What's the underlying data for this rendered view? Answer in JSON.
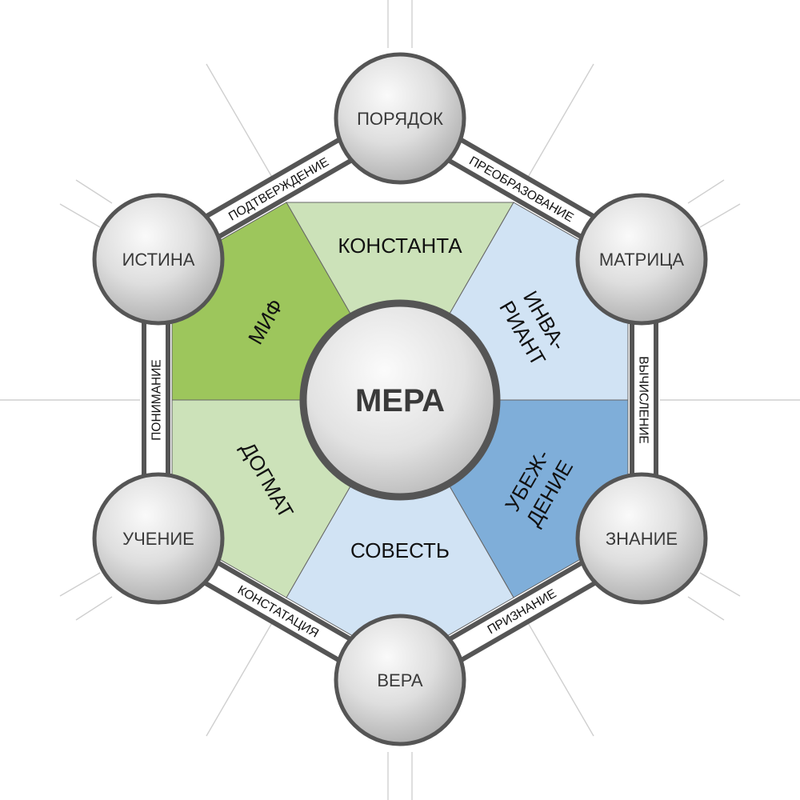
{
  "center": {
    "label": "МЕРА"
  },
  "nodes": {
    "top": "ПОРЯДОК",
    "upper_right": "МАТРИЦА",
    "lower_right": "ЗНАНИЕ",
    "bottom": "ВЕРА",
    "lower_left": "УЧЕНИЕ",
    "upper_left": "ИСТИНА"
  },
  "edges": {
    "top_right": "ПРЕОБРАЗОВАНИЕ",
    "right": "ВЫЧИСЛЕНИЕ",
    "bottom_right": "ПРИЗНАНИЕ",
    "bottom_left": "КОНСТАТАЦИЯ",
    "left": "ПОНИМАНИЕ",
    "top_left": "ПОДТВЕРЖДЕНИЕ"
  },
  "sectors": {
    "top": {
      "lines": [
        "КОНСТАНТА"
      ],
      "color": "#cce2b9"
    },
    "upper_right": {
      "lines": [
        "ИНВА-",
        "РИАНТ"
      ],
      "color": "#d1e3f4"
    },
    "lower_right": {
      "lines": [
        "УБЕЖ-",
        "ДЕНИЕ"
      ],
      "color": "#7faed9"
    },
    "bottom": {
      "lines": [
        "СОВЕСТЬ"
      ],
      "color": "#d1e3f4"
    },
    "lower_left": {
      "lines": [
        "ДОГМАТ"
      ],
      "color": "#cce2b9"
    },
    "upper_left": {
      "lines": [
        "МИФ"
      ],
      "color": "#9dc65c"
    }
  },
  "colors": {
    "outline": "#555555",
    "sphere_light": "#f7f7f7",
    "sphere_dark": "#a8a8a8",
    "ray": "#cfcfcf"
  }
}
